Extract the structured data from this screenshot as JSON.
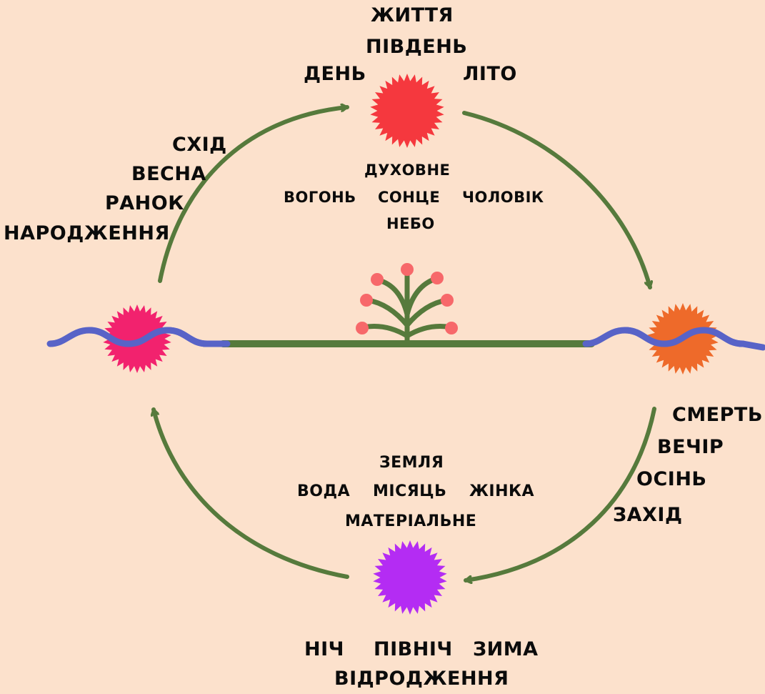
{
  "colors": {
    "background": "#fce1cc",
    "arrow": "#567a3c",
    "horizon": "#567a3c",
    "water": "#5863c7",
    "sun_top": "#f5383e",
    "sun_left": "#f2226e",
    "sun_right": "#ee6a2a",
    "sun_bottom": "#b42cf3",
    "bud": "#f7686a"
  },
  "top": {
    "life": "ЖИТТЯ",
    "south": "ПІВДЕНЬ",
    "day": "ДЕНЬ",
    "summer": "ЛІТО"
  },
  "upper_center": {
    "spiritual": "ДУХОВНЕ",
    "fire": "ВОГОНЬ",
    "sun": "СОНЦЕ",
    "man": "ЧОЛОВІК",
    "sky": "НЕБО"
  },
  "left_arc": {
    "east": "СХІД",
    "spring": "ВЕСНА",
    "morning": "РАНОК",
    "birth": "НАРОДЖЕННЯ"
  },
  "right_arc": {
    "death": "СМЕРТЬ",
    "evening": "ВЕЧІР",
    "autumn": "ОСІНЬ",
    "west": "ЗАХІД"
  },
  "lower_center": {
    "earth": "ЗЕМЛЯ",
    "water": "ВОДА",
    "moon": "МІСЯЦЬ",
    "woman": "ЖІНКА",
    "material": "МАТЕРІАЛЬНЕ"
  },
  "bottom": {
    "night": "НІЧ",
    "north": "ПІВНІЧ",
    "winter": "ЗИМА",
    "rebirth": "ВІДРОДЖЕННЯ"
  }
}
